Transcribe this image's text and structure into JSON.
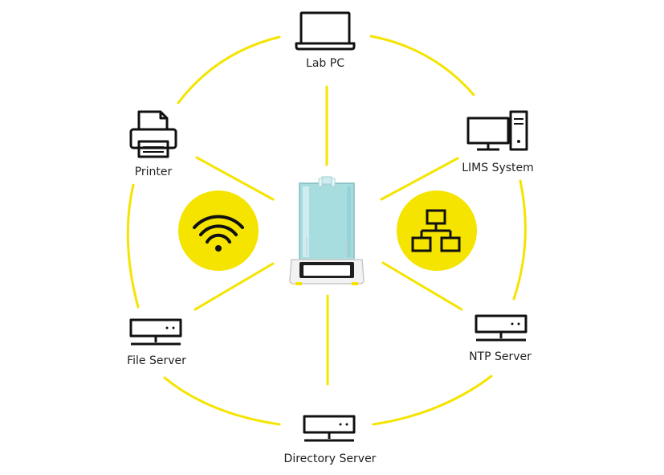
{
  "nodes": {
    "lab_pc": {
      "label": "Lab PC",
      "icon": "laptop-icon"
    },
    "lims": {
      "label": "LIMS System",
      "icon": "desktop-computer-icon"
    },
    "printer": {
      "label": "Printer",
      "icon": "printer-icon"
    },
    "file_server": {
      "label": "File Server",
      "icon": "server-icon"
    },
    "ntp_server": {
      "label": "NTP Server",
      "icon": "server-icon"
    },
    "directory_server": {
      "label": "Directory Server",
      "icon": "server-icon"
    },
    "center": {
      "icon": "analytical-balance-icon"
    }
  },
  "badges": {
    "wifi": {
      "icon": "wifi-icon"
    },
    "network": {
      "icon": "network-topology-icon"
    }
  },
  "colors": {
    "link": "#f5e400",
    "badge": "#f5e400",
    "icon_stroke": "#111111",
    "glass": "#a8dde0"
  }
}
